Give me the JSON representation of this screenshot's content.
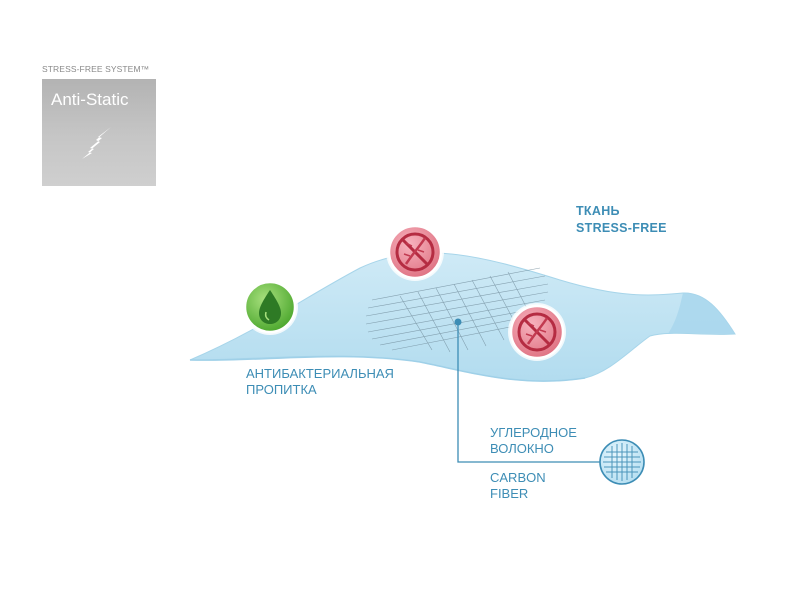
{
  "badge": {
    "caption": "STRESS-FREE SYSTEM™",
    "title": "Anti-Static",
    "icon": "lightning-bolt-icon"
  },
  "labels": {
    "fabric_line1": "ТКАНЬ",
    "fabric_line2": "STRESS-FREE",
    "antibacterial_line1": "АНТИБАКТЕРИАЛЬНАЯ",
    "antibacterial_line2": "ПРОПИТКА",
    "carbon_ru_line1": "УГЛЕРОДНОЕ",
    "carbon_ru_line2": "ВОЛОКНО",
    "carbon_en_line1": "CARBON",
    "carbon_en_line2": "FIBER"
  },
  "icons": {
    "droplet": "water-drop-icon",
    "no_mite": "no-dust-mite-icon",
    "carbon_mesh": "carbon-mesh-icon"
  },
  "colors": {
    "fabric_fill": "#bfe3f3",
    "fabric_edge": "#8cc9e6",
    "label_blue": "#3d8db5",
    "green_icon": "#5cb53a",
    "red_icon": "#d9455a",
    "badge_grey": "#c2c2c2"
  }
}
